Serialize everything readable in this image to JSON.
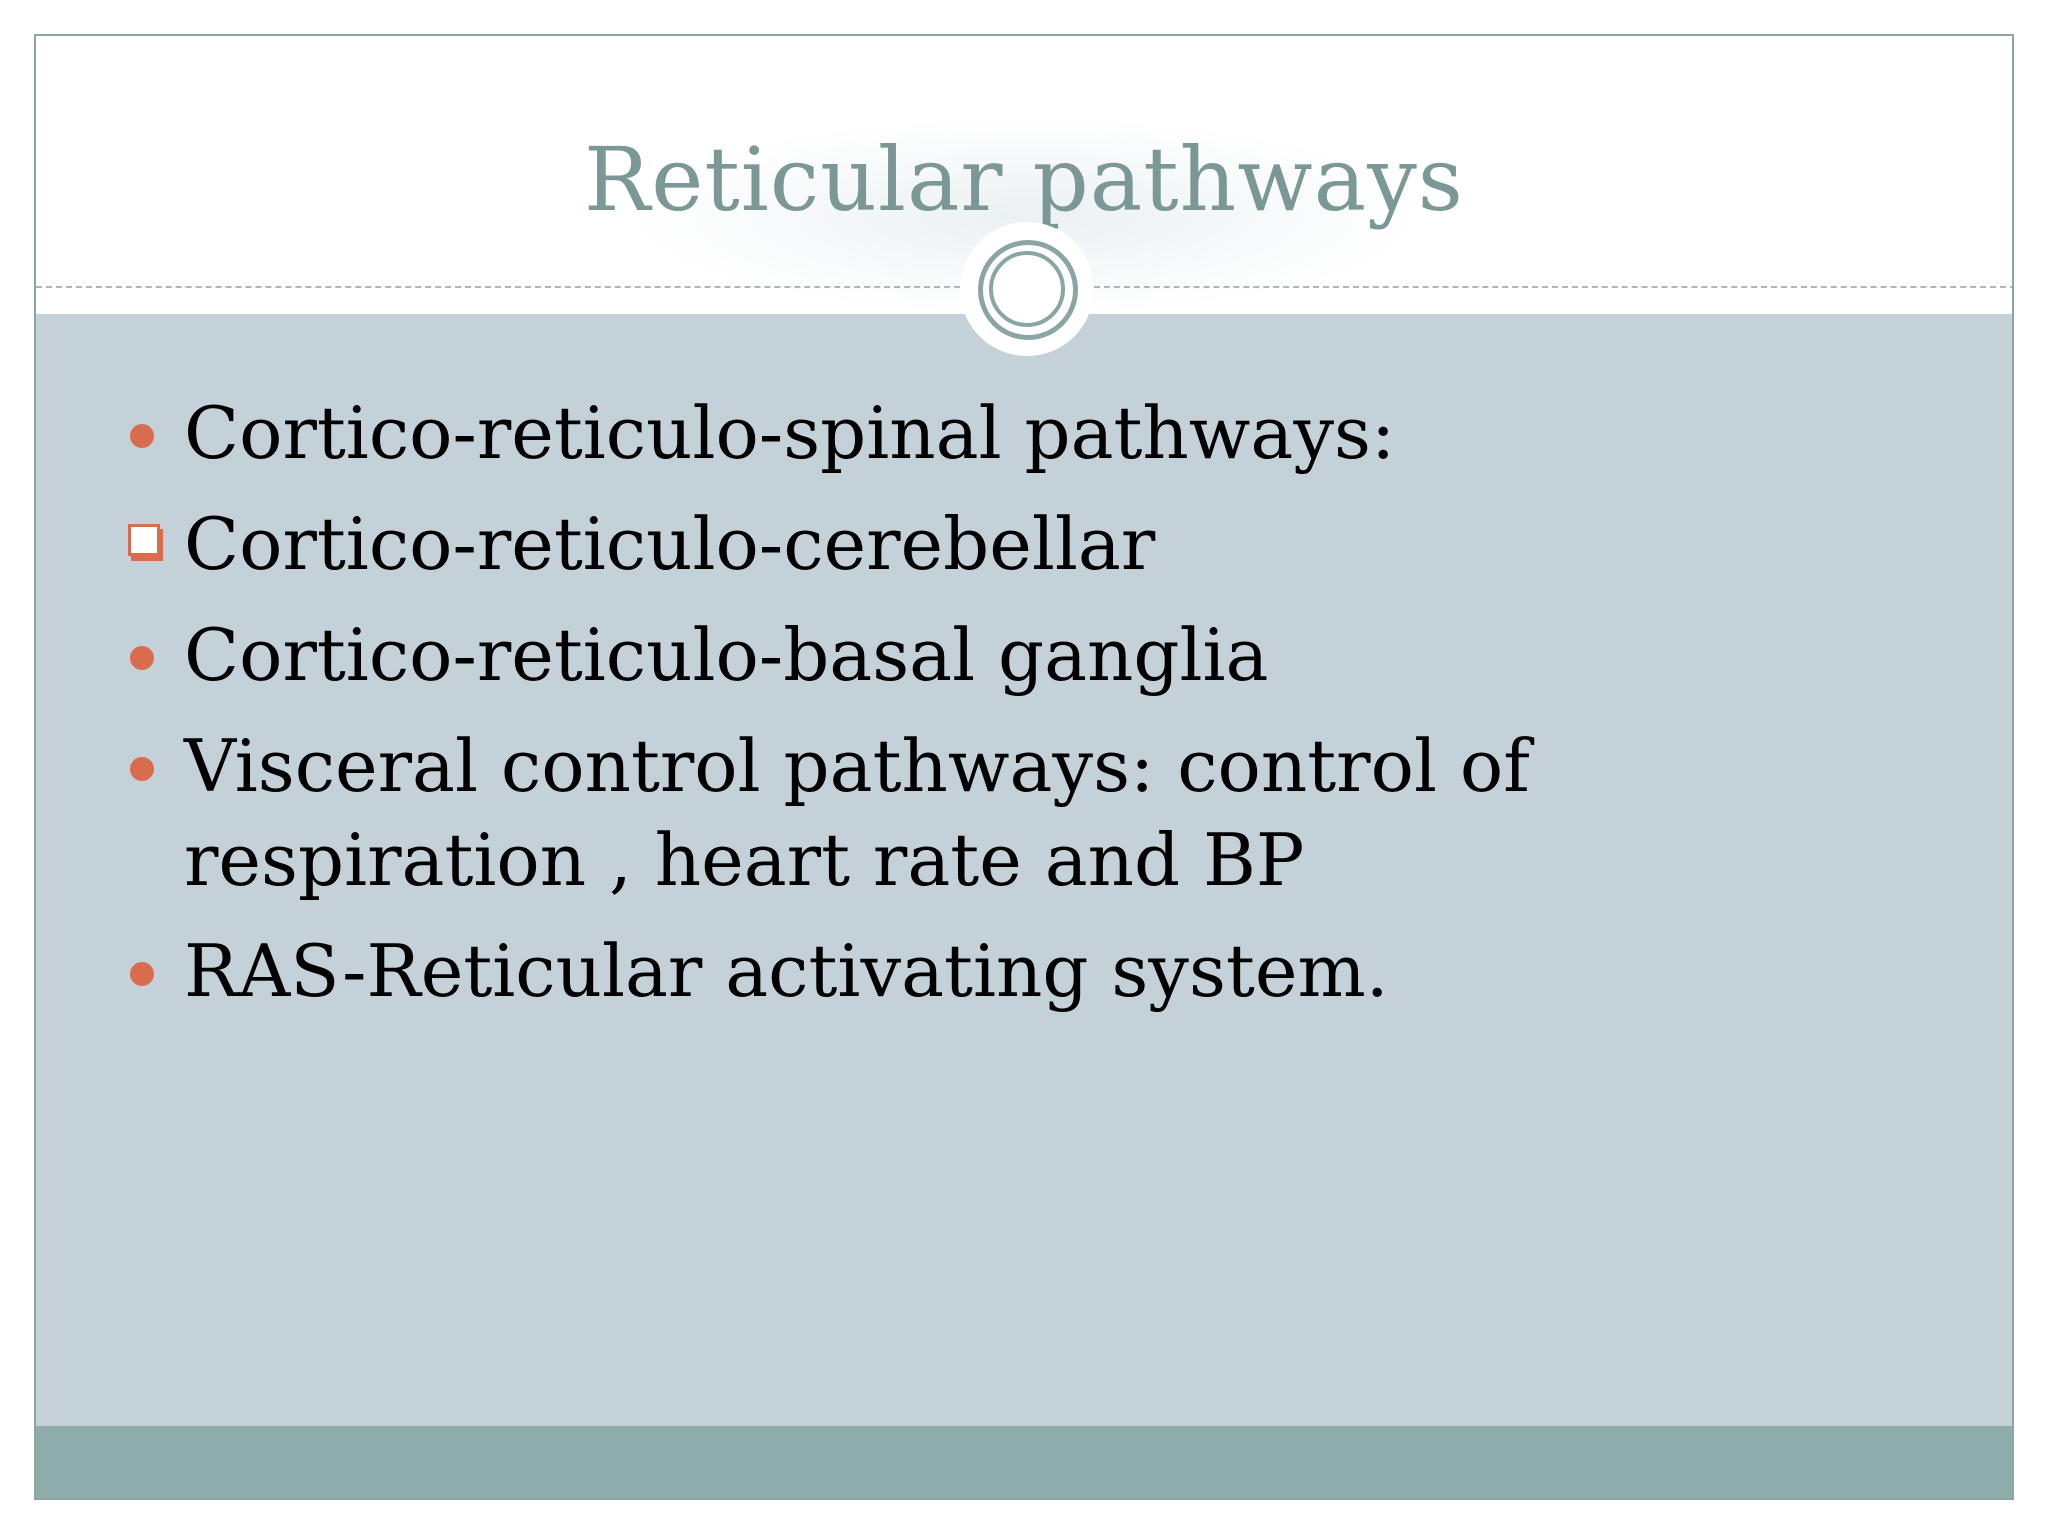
{
  "slide": {
    "title": "Reticular pathways",
    "bullets": [
      {
        "marker": "dot",
        "text": "Cortico-reticulo-spinal pathways:"
      },
      {
        "marker": "square",
        "text": "Cortico-reticulo-cerebellar"
      },
      {
        "marker": "dot",
        "text": "Cortico-reticulo-basal ganglia"
      },
      {
        "marker": "dot",
        "text": "Visceral control pathways: control of respiration , heart rate and BP"
      },
      {
        "marker": "dot",
        "text": "RAS-Reticular activating system."
      }
    ]
  },
  "colors": {
    "title": "#7c9896",
    "content_background": "#c5d1d8",
    "footer_band": "#8eaca9",
    "bullet_marker": "#d96b4f",
    "frame_border": "#8aa5a3"
  },
  "icons": {
    "bullet": "filled-circle-bullet-icon",
    "sub_bullet": "shadowed-square-bullet-icon",
    "divider_ornament": "double-ring-circle-icon"
  }
}
